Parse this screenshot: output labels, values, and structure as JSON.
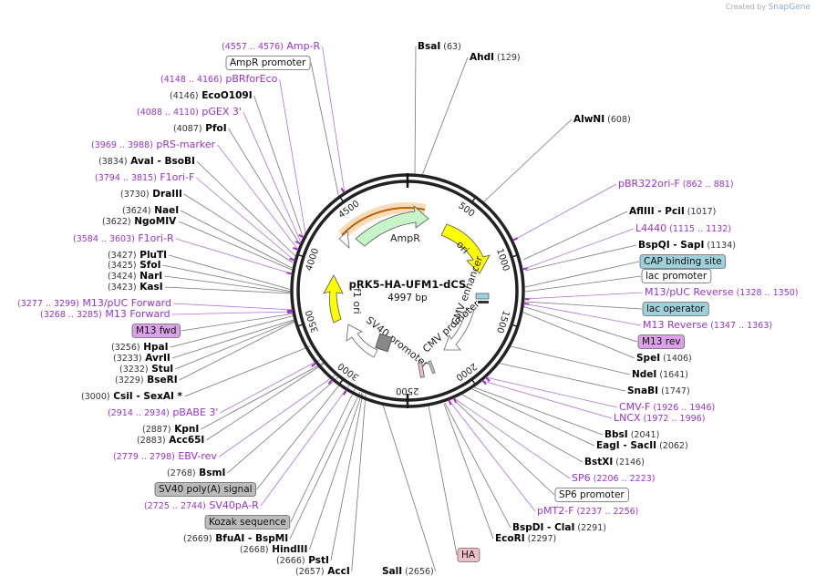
{
  "credit": {
    "prefix": "Created by",
    "brand": "SnapGene"
  },
  "plasmid": {
    "name": "pRK5-HA-UFM1-dCS",
    "length": "4997 bp"
  },
  "ruler_ticks": [
    "500",
    "1000",
    "1500",
    "2000",
    "2500",
    "3000",
    "3500",
    "4000",
    "4500"
  ],
  "features": [
    {
      "id": "ampr",
      "name": "AmpR",
      "color": "#c8f5c8"
    },
    {
      "id": "ori-right",
      "name": "ori",
      "color": "#ffff00"
    },
    {
      "id": "f1-ori",
      "name": "f1 ori",
      "color": "#ffff00"
    },
    {
      "id": "sv40-promoter",
      "name": "SV40 promoter",
      "color": "#ffffff"
    },
    {
      "id": "cmv-promoter",
      "name": "CMV promoter",
      "color": "#ffffff"
    },
    {
      "id": "cmv-enhancer",
      "name": "CMV enhancer",
      "color": "#ffffff"
    }
  ],
  "labels": [
    {
      "id": "amp-r",
      "type": "primer",
      "parts": [
        [
          "(4557 .. 4576)",
          "pos"
        ],
        [
          "Amp-R",
          "name"
        ]
      ]
    },
    {
      "id": "ampr-promoter",
      "type": "boxed",
      "parts": [
        [
          "AmpR promoter",
          "name"
        ]
      ]
    },
    {
      "id": "pbr-for-eco",
      "type": "primer",
      "parts": [
        [
          "(4148 .. 4166)",
          "pos"
        ],
        [
          "pBRforEco",
          "name"
        ]
      ]
    },
    {
      "id": "eco0109i",
      "type": "enzyme",
      "parts": [
        [
          "(4146)",
          "pos"
        ],
        [
          "EcoO109I",
          "name"
        ]
      ]
    },
    {
      "id": "pgex3",
      "type": "primer",
      "parts": [
        [
          "(4088 .. 4110)",
          "pos"
        ],
        [
          "pGEX 3'",
          "name"
        ]
      ]
    },
    {
      "id": "pfoi",
      "type": "enzyme",
      "parts": [
        [
          "(4087)",
          "pos"
        ],
        [
          "PfoI",
          "name"
        ]
      ]
    },
    {
      "id": "prs-marker",
      "type": "primer",
      "parts": [
        [
          "(3969 .. 3988)",
          "pos"
        ],
        [
          "pRS-marker",
          "name"
        ]
      ]
    },
    {
      "id": "avai-bsobi",
      "type": "enzyme",
      "parts": [
        [
          "(3834)",
          "pos"
        ],
        [
          "AvaI",
          "name"
        ],
        [
          "- BsoBI",
          "name"
        ]
      ]
    },
    {
      "id": "f1ori-f",
      "type": "primer",
      "parts": [
        [
          "(3794 .. 3815)",
          "pos"
        ],
        [
          "F1ori-F",
          "name"
        ]
      ]
    },
    {
      "id": "draiii",
      "type": "enzyme",
      "parts": [
        [
          "(3730)",
          "pos"
        ],
        [
          "DraIII",
          "name"
        ]
      ]
    },
    {
      "id": "naei",
      "type": "enzyme",
      "parts": [
        [
          "(3624)",
          "pos"
        ],
        [
          "NaeI",
          "name"
        ]
      ]
    },
    {
      "id": "ngomiv",
      "type": "enzyme",
      "parts": [
        [
          "(3622)",
          "pos"
        ],
        [
          "NgoMIV",
          "name"
        ]
      ]
    },
    {
      "id": "f1ori-r",
      "type": "primer",
      "parts": [
        [
          "(3584 .. 3603)",
          "pos"
        ],
        [
          "F1ori-R",
          "name"
        ]
      ]
    },
    {
      "id": "pluti",
      "type": "enzyme",
      "parts": [
        [
          "(3427)",
          "pos"
        ],
        [
          "PluTI",
          "name"
        ]
      ]
    },
    {
      "id": "sfoi",
      "type": "enzyme",
      "parts": [
        [
          "(3425)",
          "pos"
        ],
        [
          "SfoI",
          "name"
        ]
      ]
    },
    {
      "id": "nari",
      "type": "enzyme",
      "parts": [
        [
          "(3424)",
          "pos"
        ],
        [
          "NarI",
          "name"
        ]
      ]
    },
    {
      "id": "kasi",
      "type": "enzyme",
      "parts": [
        [
          "(3423)",
          "pos"
        ],
        [
          "KasI",
          "name"
        ]
      ]
    },
    {
      "id": "m13-puc-forward",
      "type": "primer",
      "parts": [
        [
          "(3277 .. 3299)",
          "pos"
        ],
        [
          "M13/pUC Forward",
          "name"
        ]
      ]
    },
    {
      "id": "m13-forward",
      "type": "primer",
      "parts": [
        [
          "(3268 .. 3285)",
          "pos"
        ],
        [
          "M13 Forward",
          "name"
        ]
      ]
    },
    {
      "id": "m13-fwd",
      "type": "boxed-purple",
      "parts": [
        [
          "M13 fwd",
          "name"
        ]
      ]
    },
    {
      "id": "hpai",
      "type": "enzyme",
      "parts": [
        [
          "(3256)",
          "pos"
        ],
        [
          "HpaI",
          "name"
        ]
      ]
    },
    {
      "id": "avrii",
      "type": "enzyme",
      "parts": [
        [
          "(3233)",
          "pos"
        ],
        [
          "AvrII",
          "name"
        ]
      ]
    },
    {
      "id": "stui",
      "type": "enzyme",
      "parts": [
        [
          "(3232)",
          "pos"
        ],
        [
          "StuI",
          "name"
        ]
      ]
    },
    {
      "id": "bseri",
      "type": "enzyme",
      "parts": [
        [
          "(3229)",
          "pos"
        ],
        [
          "BseRI",
          "name"
        ]
      ]
    },
    {
      "id": "csii-sexai",
      "type": "enzyme",
      "parts": [
        [
          "(3000)",
          "pos"
        ],
        [
          "CsiI",
          "name"
        ],
        [
          "- SexAI *",
          "name"
        ]
      ]
    },
    {
      "id": "pbabe3",
      "type": "primer",
      "parts": [
        [
          "(2914 .. 2934)",
          "pos"
        ],
        [
          "pBABE 3'",
          "name"
        ]
      ]
    },
    {
      "id": "kpni",
      "type": "enzyme",
      "parts": [
        [
          "(2887)",
          "pos"
        ],
        [
          "KpnI",
          "name"
        ]
      ]
    },
    {
      "id": "acc65i",
      "type": "enzyme",
      "parts": [
        [
          "(2883)",
          "pos"
        ],
        [
          "Acc65I",
          "name"
        ]
      ]
    },
    {
      "id": "ebv-rev",
      "type": "primer",
      "parts": [
        [
          "(2779 .. 2798)",
          "pos"
        ],
        [
          "EBV-rev",
          "name"
        ]
      ]
    },
    {
      "id": "bsmi",
      "type": "enzyme",
      "parts": [
        [
          "(2768)",
          "pos"
        ],
        [
          "BsmI",
          "name"
        ]
      ]
    },
    {
      "id": "sv40-polya",
      "type": "boxed-gray",
      "parts": [
        [
          "SV40 poly(A) signal",
          "name"
        ]
      ]
    },
    {
      "id": "sv40pa-r",
      "type": "primer",
      "parts": [
        [
          "(2725 .. 2744)",
          "pos"
        ],
        [
          "SV40pA-R",
          "name"
        ]
      ]
    },
    {
      "id": "kozak",
      "type": "boxed-gray",
      "parts": [
        [
          "Kozak sequence",
          "name"
        ]
      ]
    },
    {
      "id": "bfuai-bspmi",
      "type": "enzyme",
      "parts": [
        [
          "(2669)",
          "pos"
        ],
        [
          "BfuAI",
          "name"
        ],
        [
          "- BspMI",
          "name"
        ]
      ]
    },
    {
      "id": "hindiii",
      "type": "enzyme",
      "parts": [
        [
          "(2668)",
          "pos"
        ],
        [
          "HindIII",
          "name"
        ]
      ]
    },
    {
      "id": "psti",
      "type": "enzyme",
      "parts": [
        [
          "(2666)",
          "pos"
        ],
        [
          "PstI",
          "name"
        ]
      ]
    },
    {
      "id": "acci",
      "type": "enzyme",
      "parts": [
        [
          "(2657)",
          "pos"
        ],
        [
          "AccI",
          "name"
        ]
      ]
    },
    {
      "id": "sali",
      "type": "enzyme",
      "parts": [
        [
          "SalI",
          "name"
        ],
        [
          "(2656)",
          "pos"
        ]
      ]
    },
    {
      "id": "bsai",
      "type": "enzyme",
      "parts": [
        [
          "BsaI",
          "name"
        ],
        [
          "(63)",
          "pos"
        ]
      ]
    },
    {
      "id": "ahdi",
      "type": "enzyme",
      "parts": [
        [
          "AhdI",
          "name"
        ],
        [
          "(129)",
          "pos"
        ]
      ]
    },
    {
      "id": "alwni",
      "type": "enzyme",
      "parts": [
        [
          "AlwNI",
          "name"
        ],
        [
          "(608)",
          "pos"
        ]
      ]
    },
    {
      "id": "pbr322ori-f",
      "type": "primer",
      "parts": [
        [
          "pBR322ori-F",
          "name"
        ],
        [
          "(862 .. 881)",
          "pos"
        ]
      ]
    },
    {
      "id": "aflii-pcii",
      "type": "enzyme",
      "parts": [
        [
          "AflIII",
          "name"
        ],
        [
          "- PciI",
          "name"
        ],
        [
          "(1017)",
          "pos"
        ]
      ]
    },
    {
      "id": "l4440",
      "type": "primer",
      "parts": [
        [
          "L4440",
          "name"
        ],
        [
          "(1115 .. 1132)",
          "pos"
        ]
      ]
    },
    {
      "id": "bspqi-sapi",
      "type": "enzyme",
      "parts": [
        [
          "BspQI",
          "name"
        ],
        [
          "- SapI",
          "name"
        ],
        [
          "(1134)",
          "pos"
        ]
      ]
    },
    {
      "id": "cap-binding-site",
      "type": "boxed-blue",
      "parts": [
        [
          "CAP binding site",
          "name"
        ]
      ]
    },
    {
      "id": "lac-promoter",
      "type": "boxed",
      "parts": [
        [
          "lac promoter",
          "name"
        ]
      ]
    },
    {
      "id": "m13-puc-reverse",
      "type": "primer",
      "parts": [
        [
          "M13/pUC Reverse",
          "name"
        ],
        [
          "(1328 .. 1350)",
          "pos"
        ]
      ]
    },
    {
      "id": "lac-operator",
      "type": "boxed-blue",
      "parts": [
        [
          "lac operator",
          "name"
        ]
      ]
    },
    {
      "id": "m13-reverse",
      "type": "primer",
      "parts": [
        [
          "M13 Reverse",
          "name"
        ],
        [
          "(1347 .. 1363)",
          "pos"
        ]
      ]
    },
    {
      "id": "m13-rev",
      "type": "boxed-purple",
      "parts": [
        [
          "M13 rev",
          "name"
        ]
      ]
    },
    {
      "id": "spei",
      "type": "enzyme",
      "parts": [
        [
          "SpeI",
          "name"
        ],
        [
          "(1406)",
          "pos"
        ]
      ]
    },
    {
      "id": "ndei",
      "type": "enzyme",
      "parts": [
        [
          "NdeI",
          "name"
        ],
        [
          "(1641)",
          "pos"
        ]
      ]
    },
    {
      "id": "snabi",
      "type": "enzyme",
      "parts": [
        [
          "SnaBI",
          "name"
        ],
        [
          "(1747)",
          "pos"
        ]
      ]
    },
    {
      "id": "cmv-f",
      "type": "primer",
      "parts": [
        [
          "CMV-F",
          "name"
        ],
        [
          "(1926 .. 1946)",
          "pos"
        ]
      ]
    },
    {
      "id": "lncx",
      "type": "primer",
      "parts": [
        [
          "LNCX",
          "name"
        ],
        [
          "(1972 .. 1996)",
          "pos"
        ]
      ]
    },
    {
      "id": "bbsi",
      "type": "enzyme",
      "parts": [
        [
          "BbsI",
          "name"
        ],
        [
          "(2041)",
          "pos"
        ]
      ]
    },
    {
      "id": "eagi-sacii",
      "type": "enzyme",
      "parts": [
        [
          "EagI",
          "name"
        ],
        [
          "- SacII",
          "name"
        ],
        [
          "(2062)",
          "pos"
        ]
      ]
    },
    {
      "id": "bstxi",
      "type": "enzyme",
      "parts": [
        [
          "BstXI",
          "name"
        ],
        [
          "(2146)",
          "pos"
        ]
      ]
    },
    {
      "id": "sp6",
      "type": "primer",
      "parts": [
        [
          "SP6",
          "name"
        ],
        [
          "(2206 .. 2223)",
          "pos"
        ]
      ]
    },
    {
      "id": "sp6-promoter",
      "type": "boxed",
      "parts": [
        [
          "SP6 promoter",
          "name"
        ]
      ]
    },
    {
      "id": "pmt2-f",
      "type": "primer",
      "parts": [
        [
          "pMT2-F",
          "name"
        ],
        [
          "(2237 .. 2256)",
          "pos"
        ]
      ]
    },
    {
      "id": "bspdi-clai",
      "type": "enzyme",
      "parts": [
        [
          "BspDI",
          "name"
        ],
        [
          "- ClaI",
          "name"
        ],
        [
          "(2291)",
          "pos"
        ]
      ]
    },
    {
      "id": "ecori",
      "type": "enzyme",
      "parts": [
        [
          "EcoRI",
          "name"
        ],
        [
          "(2297)",
          "pos"
        ]
      ]
    },
    {
      "id": "ha",
      "type": "boxed-pink",
      "parts": [
        [
          "HA",
          "name"
        ]
      ]
    },
    {
      "id": "sali-right-pos",
      "type": "none",
      "parts": []
    }
  ],
  "colors": {
    "primer": "#9933cc",
    "enzyme": "#000000",
    "pos": "#333333",
    "blue_box": "#9fd0dc",
    "purple_box": "#dca0e8",
    "gray_box": "#bbbbbb",
    "pink_box": "#f0c0c8",
    "ring": "#222222"
  }
}
